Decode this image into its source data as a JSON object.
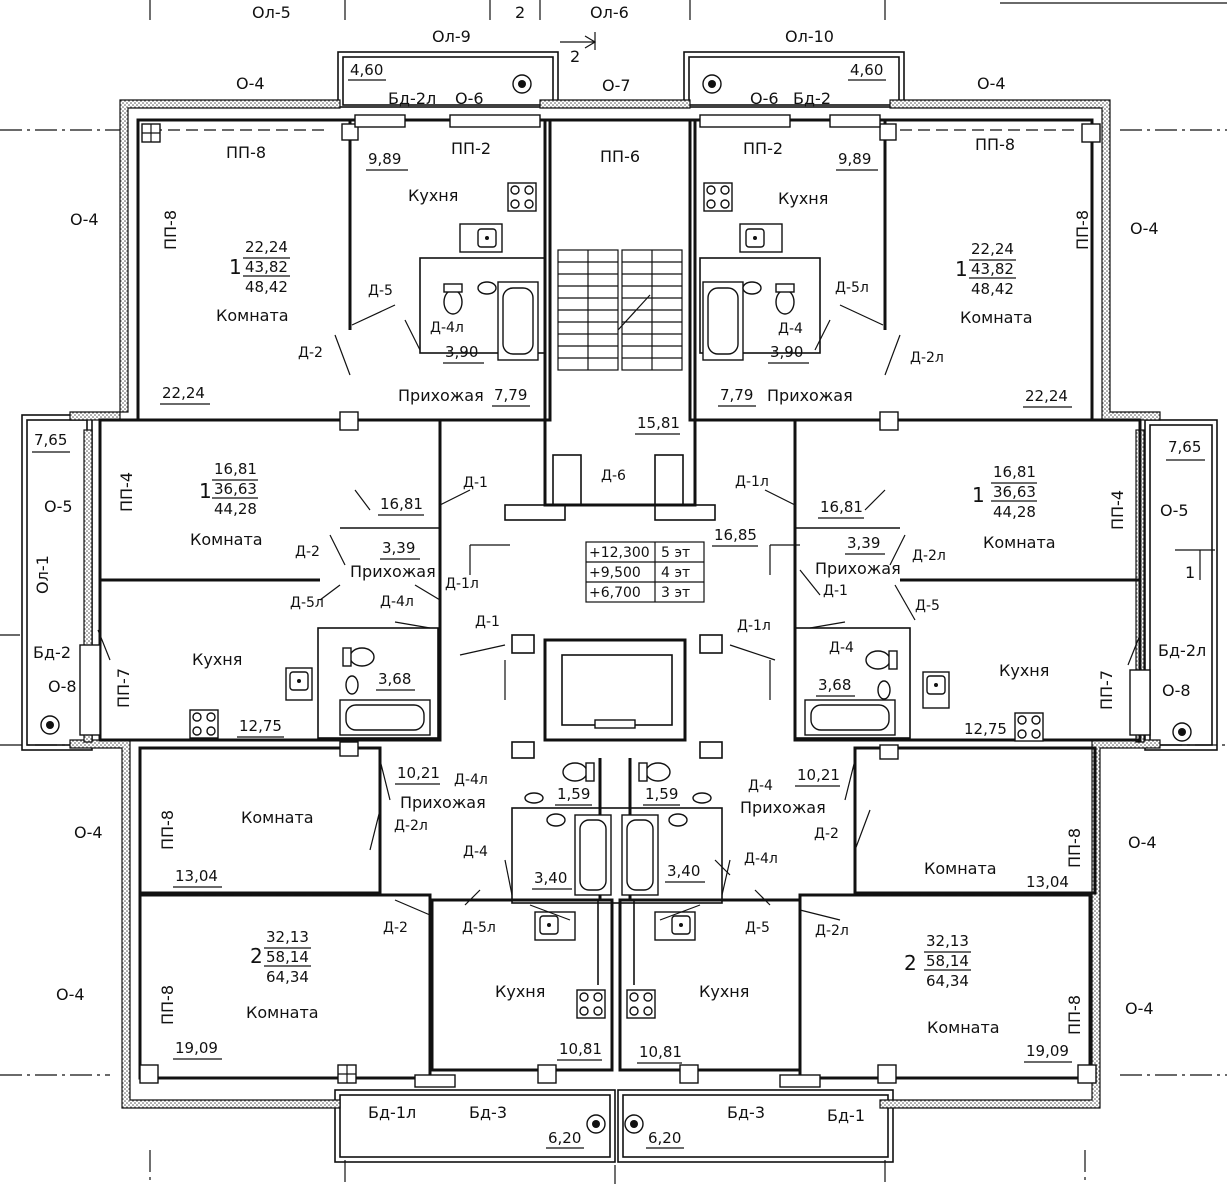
{
  "title_labels": {
    "top_left_1": "Ол-5",
    "top_left_2": "2",
    "top_left_3": "Ол-6",
    "ol9": "Ол-9",
    "ol10": "Ол-10",
    "section_mark": "2",
    "ol1": "Ол-1",
    "section_mark_right": "1"
  },
  "balconies": {
    "top_left_area": "4,60",
    "top_right_area": "4,60",
    "left_area": "7,65",
    "right_area": "7,65",
    "bottom_left_area": "6,20",
    "bottom_right_area": "6,20",
    "bd2l_top": "Бд-2л",
    "bd2_top": "Бд-2",
    "bd2_left": "Бд-2",
    "bd2l_right": "Бд-2л",
    "bd1l": "Бд-1л",
    "bd3_left": "Бд-3",
    "bd3_right": "Бд-3",
    "bd1": "Бд-1"
  },
  "windows": {
    "o4_tl": "О-4",
    "o6_tl": "О-6",
    "o7": "О-7",
    "o6_tr": "О-6",
    "o4_tr": "О-4",
    "o4_l1": "О-4",
    "o4_r1": "О-4",
    "o5_l": "О-5",
    "o5_r": "О-5",
    "o8_l": "О-8",
    "o8_r": "О-8",
    "o4_l2": "О-4",
    "o4_r2": "О-4",
    "o4_l3": "О-4",
    "o4_r3": "О-4"
  },
  "slabs": {
    "pp8_tl": "ПП-8",
    "pp2_tl": "ПП-2",
    "pp6": "ПП-6",
    "pp2_tr": "ПП-2",
    "pp8_tr": "ПП-8",
    "pp8_lv": "ПП-8",
    "pp8_rv": "ПП-8",
    "pp4_l": "ПП-4",
    "pp4_r": "ПП-4",
    "pp7_l": "ПП-7",
    "pp7_r": "ПП-7",
    "pp8_l2": "ПП-8",
    "pp8_r2": "ПП-8",
    "pp8_l3": "ПП-8",
    "pp8_r3": "ПП-8"
  },
  "rooms": {
    "kitchen_tl": "Кухня",
    "kitchen_tr": "Кухня",
    "room_tl": "Комната",
    "room_tr": "Комната",
    "hall_tl": "Прихожая",
    "hall_tr": "Прихожая",
    "room_ml": "Комната",
    "room_mr": "Комната",
    "hall_ml": "Прихожая",
    "hall_mr": "Прихожая",
    "kitchen_ml": "Кухня",
    "kitchen_mr": "Кухня",
    "room_bl1": "Комната",
    "room_br1": "Комната",
    "hall_bl": "Прихожая",
    "hall_br": "Прихожая",
    "room_bl2": "Комната",
    "room_br2": "Комната",
    "kitchen_bl": "Кухня",
    "kitchen_br": "Кухня"
  },
  "areas": {
    "k_tl": "9,89",
    "k_tr": "9,89",
    "bath_tl": "3,90",
    "bath_tr": "3,90",
    "hall_tl": "7,79",
    "hall_tr": "7,79",
    "stair": "15,81",
    "room_tl": "22,24",
    "room_tr": "22,24",
    "room_ml": "16,81",
    "room_mr": "16,81",
    "hall_ml": "3,39",
    "hall_mr": "3,39",
    "lobby": "16,85",
    "bath_ml": "3,68",
    "bath_mr": "3,68",
    "k_ml": "12,75",
    "k_mr": "12,75",
    "hall_bl": "10,21",
    "hall_br": "10,21",
    "wc_l": "1,59",
    "wc_r": "1,59",
    "bath_bl": "3,40",
    "bath_br": "3,40",
    "room_bl1": "13,04",
    "room_br1": "13,04",
    "room_bl2": "19,09",
    "room_br2": "19,09",
    "k_bl": "10,81",
    "k_br": "10,81"
  },
  "apartments": {
    "tl": {
      "rooms": "1",
      "living": "22,24",
      "total": "43,82",
      "gross": "48,42"
    },
    "tr": {
      "rooms": "1",
      "living": "22,24",
      "total": "43,82",
      "gross": "48,42"
    },
    "ml": {
      "rooms": "1",
      "living": "16,81",
      "total": "36,63",
      "gross": "44,28"
    },
    "mr": {
      "rooms": "1",
      "living": "16,81",
      "total": "36,63",
      "gross": "44,28"
    },
    "bl": {
      "rooms": "2",
      "living": "32,13",
      "total": "58,14",
      "gross": "64,34"
    },
    "br": {
      "rooms": "2",
      "living": "32,13",
      "total": "58,14",
      "gross": "64,34"
    }
  },
  "doors": {
    "d5_tl": "Д-5",
    "d4l_tl": "Д-4л",
    "d2_tl": "Д-2",
    "d4_tr": "Д-4",
    "d5l_tr": "Д-5л",
    "d2l_tr": "Д-2л",
    "d1_tl": "Д-1",
    "d6": "Д-6",
    "d1l_tr": "Д-1л",
    "d2_ml": "Д-2",
    "d1l_ml": "Д-1л",
    "d5l_ml": "Д-5л",
    "d4l_ml": "Д-4л",
    "d1_mc": "Д-1",
    "d2l_mr": "Д-2л",
    "d1_mr": "Д-1",
    "d5_mr": "Д-5",
    "d1l_mc": "Д-1л",
    "d4_mr": "Д-4",
    "d4l_bl": "Д-4л",
    "d2l_bl": "Д-2л",
    "d4_bl": "Д-4",
    "d4_br": "Д-4",
    "d2_br": "Д-2",
    "d4l_br": "Д-4л",
    "d2_bl": "Д-2",
    "d5l_bl": "Д-5л",
    "d5_br": "Д-5",
    "d2l_br": "Д-2л"
  },
  "levels": {
    "l1": "+12,300",
    "l1f": "5 эт",
    "l2": "+9,500",
    "l2f": "4 эт",
    "l3": "+6,700",
    "l3f": "3 эт"
  }
}
